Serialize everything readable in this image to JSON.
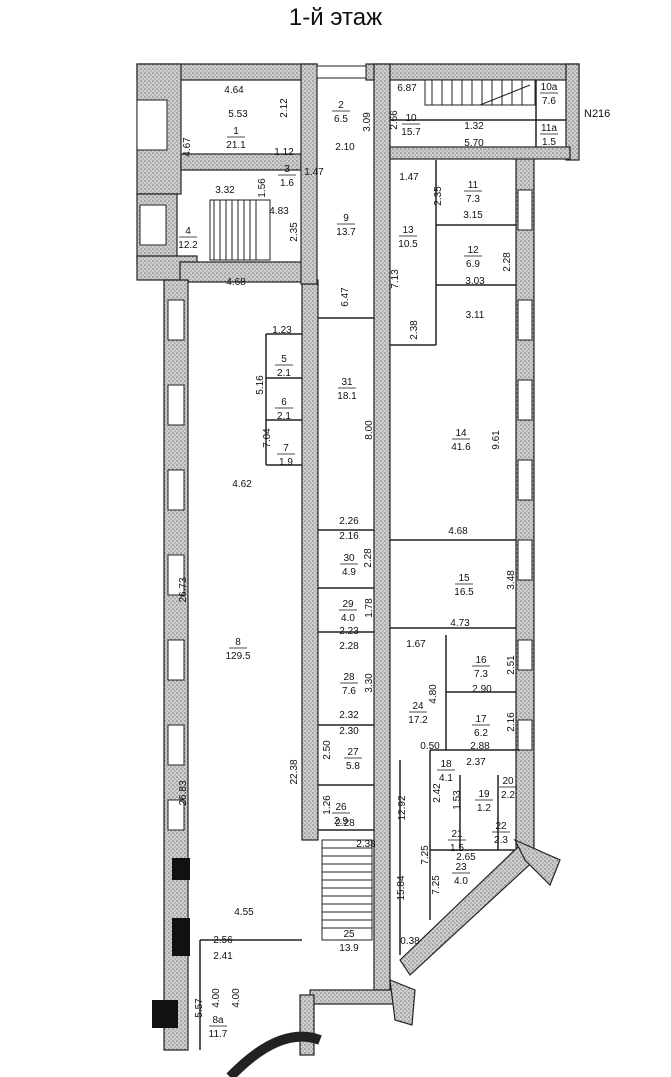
{
  "title": "1-й этаж",
  "plan_code": "N216",
  "rooms": [
    {
      "id": "1",
      "number": "1",
      "area": "21.1"
    },
    {
      "id": "2",
      "number": "2",
      "area": "6.5"
    },
    {
      "id": "3",
      "number": "3",
      "area": "1.6"
    },
    {
      "id": "4",
      "number": "4",
      "area": "12.2"
    },
    {
      "id": "5",
      "number": "5",
      "area": "2.1"
    },
    {
      "id": "6",
      "number": "6",
      "area": "2.1"
    },
    {
      "id": "7",
      "number": "7",
      "area": "1.9"
    },
    {
      "id": "8",
      "number": "8",
      "area": "129.5"
    },
    {
      "id": "8a",
      "number": "8а",
      "area": "11.7"
    },
    {
      "id": "9",
      "number": "9",
      "area": "13.7"
    },
    {
      "id": "10",
      "number": "10",
      "area": "15.7"
    },
    {
      "id": "10a",
      "number": "10а",
      "area": "7.6"
    },
    {
      "id": "11",
      "number": "11",
      "area": "7.3"
    },
    {
      "id": "11a",
      "number": "11а",
      "area": "1.5"
    },
    {
      "id": "12",
      "number": "12",
      "area": "6.9"
    },
    {
      "id": "13",
      "number": "13",
      "area": "10.5"
    },
    {
      "id": "14",
      "number": "14",
      "area": "41.6"
    },
    {
      "id": "15",
      "number": "15",
      "area": "16.5"
    },
    {
      "id": "16",
      "number": "16",
      "area": "7.3"
    },
    {
      "id": "17",
      "number": "17",
      "area": "6.2"
    },
    {
      "id": "18",
      "number": "18",
      "area": "4.1"
    },
    {
      "id": "19",
      "number": "19",
      "area": "1.2"
    },
    {
      "id": "20",
      "number": "20",
      "area": "2.2"
    },
    {
      "id": "21",
      "number": "21",
      "area": "1.5"
    },
    {
      "id": "22",
      "number": "22",
      "area": "2.3"
    },
    {
      "id": "23",
      "number": "23",
      "area": "4.0"
    },
    {
      "id": "24",
      "number": "24",
      "area": "17.2"
    },
    {
      "id": "25",
      "number": "25",
      "area": "13.9"
    },
    {
      "id": "26",
      "number": "26",
      "area": "2.9"
    },
    {
      "id": "27",
      "number": "27",
      "area": "5.8"
    },
    {
      "id": "28",
      "number": "28",
      "area": "7.6"
    },
    {
      "id": "29",
      "number": "29",
      "area": "4.0"
    },
    {
      "id": "30",
      "number": "30",
      "area": "4.9"
    },
    {
      "id": "31",
      "number": "31",
      "area": "18.1"
    }
  ],
  "dimensions": [
    "4.64",
    "5.53",
    "2.12",
    "4.67",
    "1.12",
    "2.10",
    "3.09",
    "6.87",
    "2.66",
    "1.32",
    "5.70",
    "1.56",
    "1.47",
    "3.32",
    "4.83",
    "2.35",
    "4.68",
    "1.47",
    "2.35",
    "3.15",
    "2.28",
    "7.13",
    "3.03",
    "6.47",
    "3.11",
    "2.38",
    "1.23",
    "5.16",
    "7.04",
    "8.00",
    "9.61",
    "4.62",
    "2.26",
    "2.16",
    "2.28",
    "4.68",
    "3.48",
    "1.78",
    "2.23",
    "4.73",
    "2.28",
    "1.67",
    "2.51",
    "3.30",
    "4.80",
    "2.90",
    "2.32",
    "2.16",
    "2.30",
    "0.50",
    "2.88",
    "26.73",
    "2.50",
    "2.37",
    "22.38",
    "2.42",
    "1.53",
    "1.26",
    "12.92",
    "2.28",
    "2.38",
    "2.65",
    "7.25",
    "7.25",
    "26.83",
    "15.84",
    "4.55",
    "0.38",
    "2.56",
    "2.41",
    "4.00",
    "4.00",
    "5.57"
  ]
}
